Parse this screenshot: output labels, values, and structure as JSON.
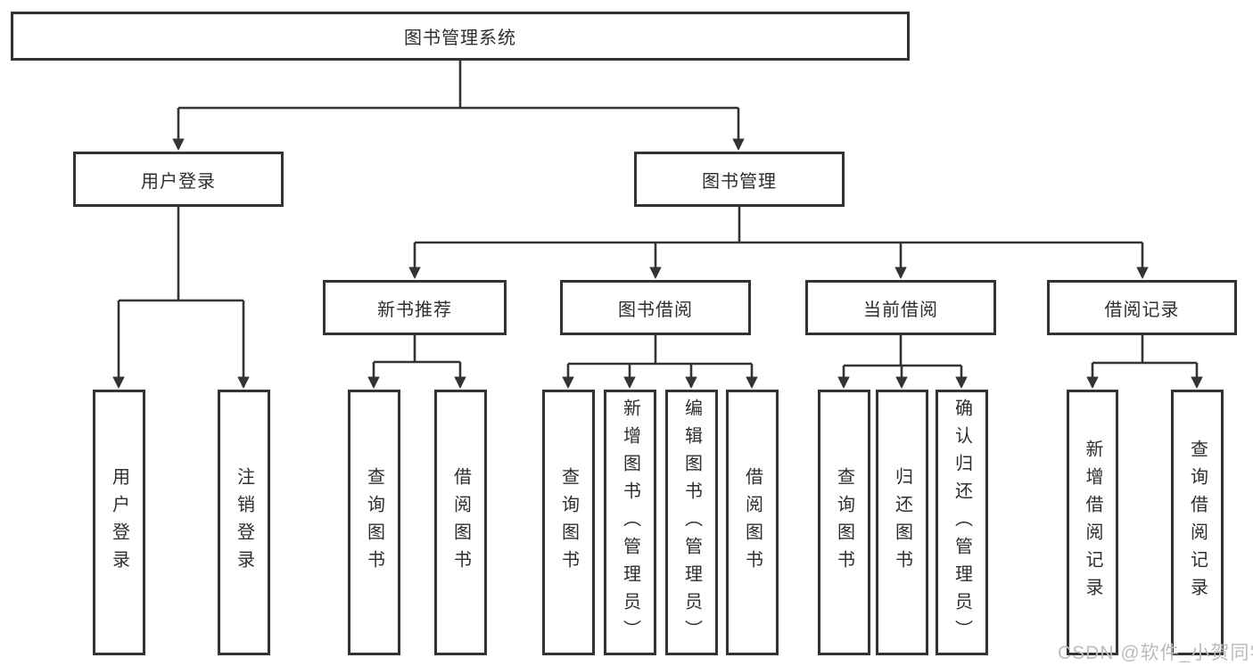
{
  "tree": {
    "root": "图书管理系统",
    "level2": {
      "user_login": "用户登录",
      "book_mgmt": "图书管理"
    },
    "level3": {
      "new_books": "新书推荐",
      "borrow": "图书借阅",
      "current": "当前借阅",
      "records": "借阅记录"
    },
    "leaves": {
      "user_login": [
        "用户登录",
        "注销登录"
      ],
      "new_books": [
        "查询图书",
        "借阅图书"
      ],
      "borrow": [
        "查询图书",
        "新增图书（管理员）",
        "编辑图书（管理员）",
        "借阅图书"
      ],
      "current": [
        "查询图书",
        "归还图书",
        "确认归还（管理员）"
      ],
      "records": [
        "新增借阅记录",
        "查询借阅记录"
      ]
    }
  },
  "watermark": "CSDN @软件_小贺同学",
  "colors": {
    "line": "#333333",
    "text": "#2e2e2e",
    "watermark": "#b9bdc1",
    "background": "#ffffff"
  }
}
